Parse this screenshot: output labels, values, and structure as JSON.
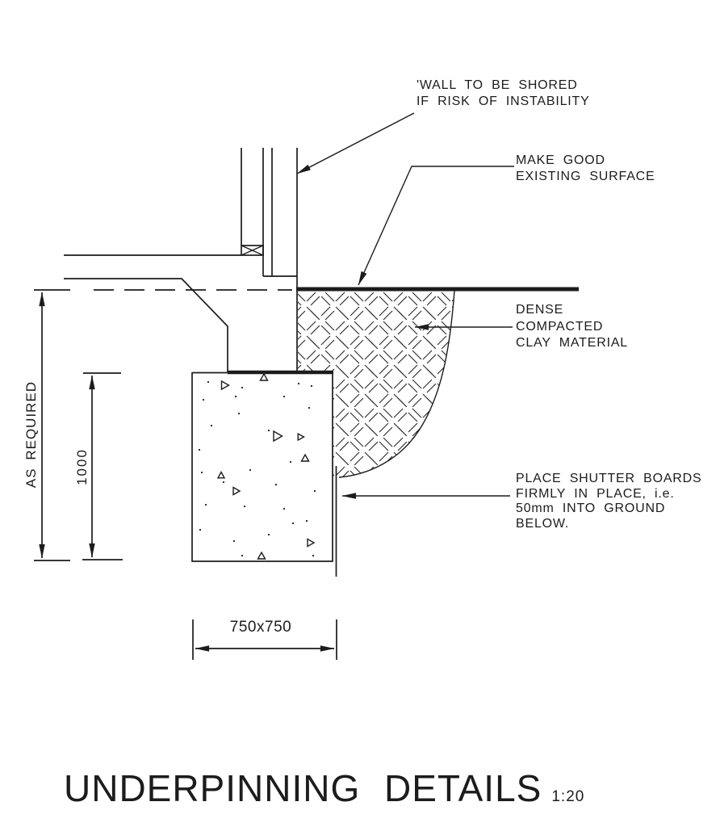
{
  "drawing": {
    "title": "UNDERPINNING DETAILS",
    "scale": "1:20",
    "annotations": {
      "wall_shored": {
        "line1": "'WALL TO BE SHORED",
        "line2": "IF RISK OF INSTABILITY"
      },
      "make_good": {
        "line1": "MAKE GOOD",
        "line2": "EXISTING SURFACE"
      },
      "clay": {
        "line1": "DENSE",
        "line2": "COMPACTED",
        "line3": "CLAY MATERIAL"
      },
      "shutter_boards": {
        "line1": "PLACE SHUTTER BOARDS",
        "line2": "FIRMLY IN PLACE, i.e.",
        "line3": "50mm INTO GROUND",
        "line4": "BELOW."
      }
    },
    "dimensions": {
      "overall_depth": "AS REQUIRED",
      "underpin_depth": "1000",
      "footing_size": "750x750"
    },
    "colors": {
      "ink": "#1c1c1c",
      "paper": "#ffffff"
    }
  }
}
